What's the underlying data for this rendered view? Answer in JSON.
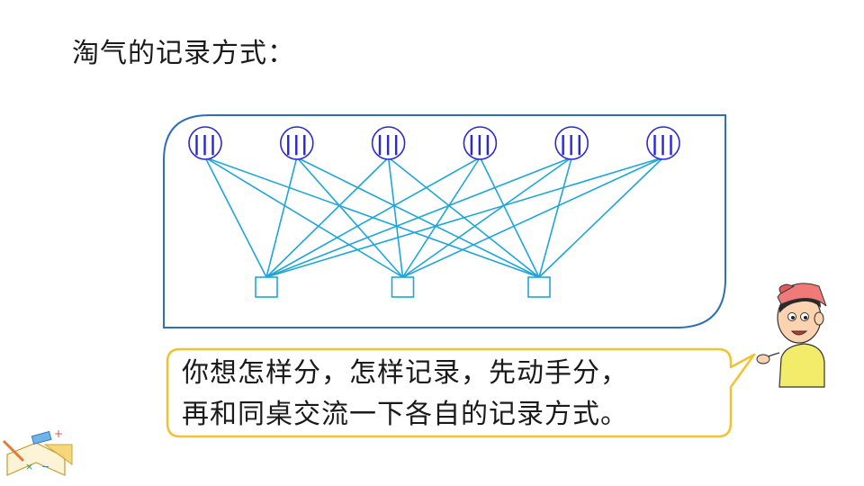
{
  "title": "淘气的记录方式：",
  "diagram": {
    "circle_mark": "|||",
    "circle_count": 6,
    "box_count": 3,
    "line_color": "#1fa6d8",
    "frame_color": "#2e6fb5",
    "circle_color": "#2a2ad0"
  },
  "speech_bubble": {
    "line1": "你想怎样分，怎样记录，先动手分，",
    "line2": "再和同桌交流一下各自的记录方式。",
    "border_color": "#f2c230"
  }
}
